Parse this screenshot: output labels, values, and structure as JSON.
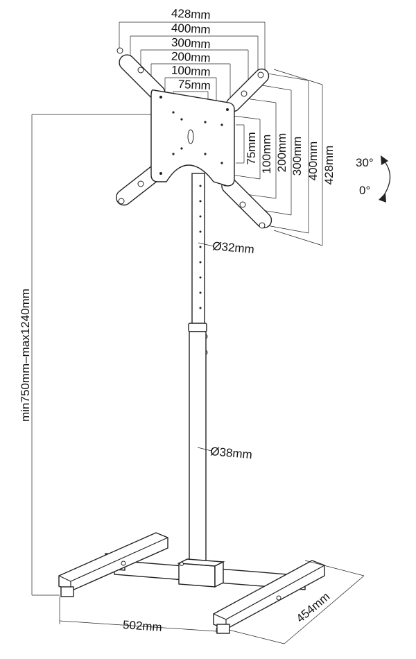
{
  "vesa_horizontal": [
    "428mm",
    "400mm",
    "300mm",
    "200mm",
    "100mm",
    "75mm"
  ],
  "vesa_vertical": [
    "75mm",
    "100mm",
    "200mm",
    "300mm",
    "400mm",
    "428mm"
  ],
  "tilt": {
    "max": "30°",
    "min": "0°"
  },
  "upper_pole_diameter": "Ø32mm",
  "lower_pole_diameter": "Ø38mm",
  "height_range": "min750mm–max1240mm",
  "base_width": "502mm",
  "base_depth": "454mm",
  "colors": {
    "line": "#222222",
    "text": "#111111",
    "background": "#ffffff"
  }
}
